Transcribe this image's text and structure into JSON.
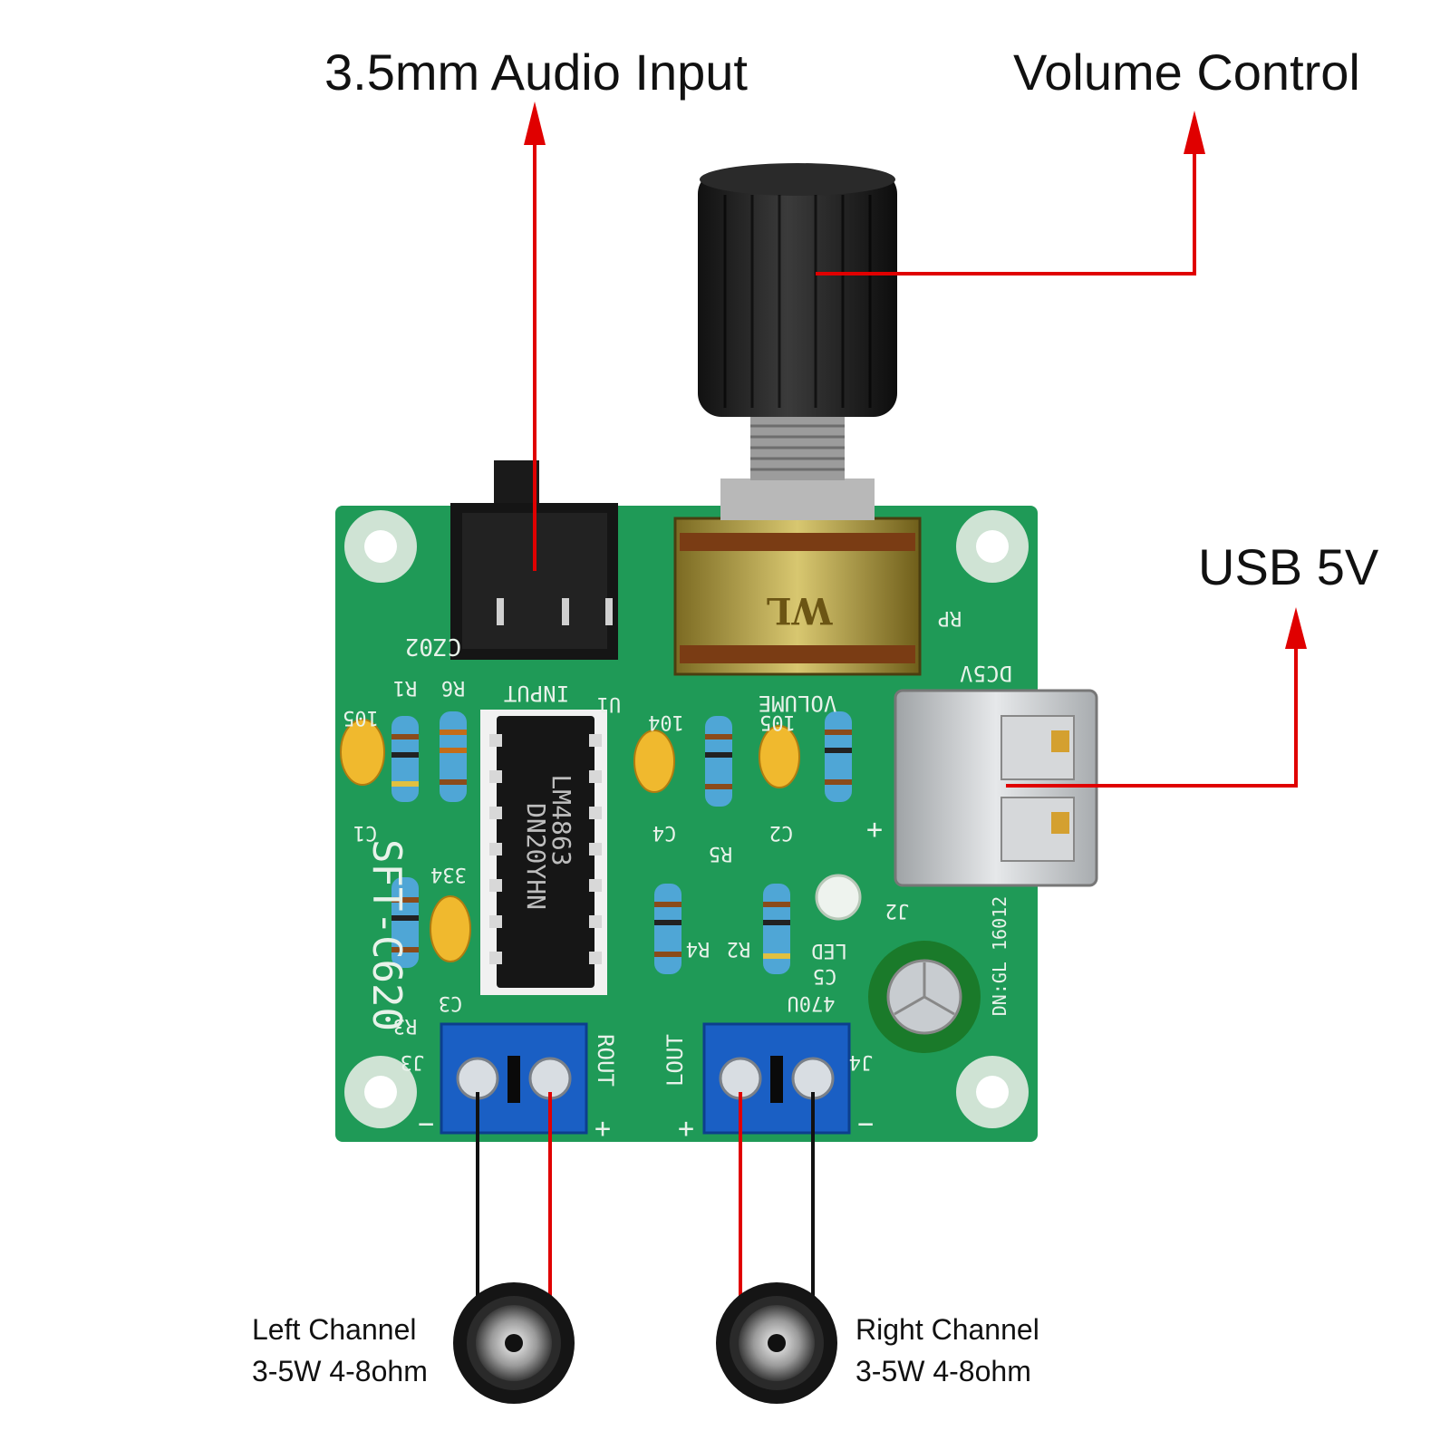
{
  "callouts": {
    "audio_input": "3.5mm Audio Input",
    "volume_control": "Volume Control",
    "usb": "USB 5V",
    "left_channel": [
      "Left Channel",
      "3-5W 4-8ohm"
    ],
    "right_channel": [
      "Right Channel",
      "3-5W 4-8ohm"
    ]
  },
  "board": {
    "model": "SFT-C620",
    "jack_ref": "CZ02",
    "input_label": "INPUT",
    "pot_ref": "RP",
    "pot_brand": "WL",
    "volume_label": "VOLUME",
    "dc_label": "DC5V",
    "ic_ref": "U1",
    "ic_line1": "LM4863",
    "ic_line2": "DN20YHN",
    "usb_ref": "J2",
    "led_label": "LED",
    "cap_c5": "C5",
    "cap_c5_value": "470U",
    "date_code": "DN:GL 16012",
    "rout": "ROUT",
    "lout": "LOUT",
    "j3": "J3",
    "j4": "J4",
    "c1": "C1",
    "c2": "C2",
    "c3": "C3",
    "c4": "C4",
    "r1": "R1",
    "r2": "R2",
    "r3": "R3",
    "r4": "R4",
    "r5": "R5",
    "r6": "R6",
    "cap_105_a": "105",
    "cap_105_b": "105",
    "cap_104": "104",
    "cap_334": "334",
    "plus": "+",
    "minus": "−"
  },
  "colors": {
    "arrow": "#e00000",
    "pcb": "#1f9a57",
    "terminal": "#1a5fc4",
    "wire_black": "#111111",
    "wire_red": "#e00000"
  }
}
